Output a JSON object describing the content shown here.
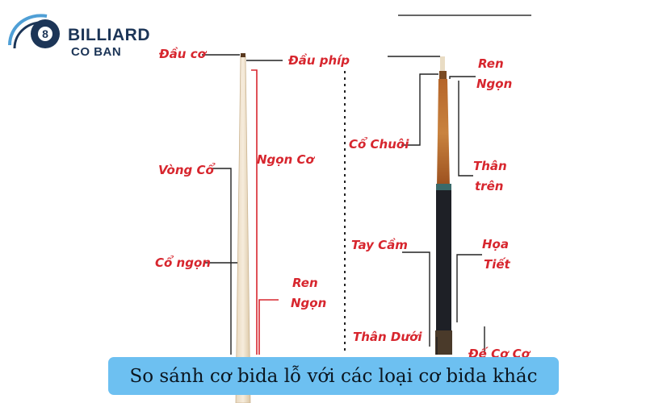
{
  "brand": {
    "title": "BILLIARD",
    "subtitle": "CO BAN",
    "ball_number": "8",
    "colors": {
      "navy": "#1c3557",
      "arc": "#4f9fd6"
    }
  },
  "labels": {
    "dau_co": "Đầu cơ",
    "dau_phip": "Đầu phíp",
    "ngon_co": "Ngọn Cơ",
    "vong_co": "Vòng Cổ",
    "co_ngon": "Cổ ngọn",
    "ren_ngon_left_1": "Ren",
    "ren_ngon_left_2": "Ngọn",
    "ren_ngon_right_1": "Ren",
    "ren_ngon_right_2": "Ngọn",
    "co_chuoi": "Cổ Chuôi",
    "than_tren_1": "Thân",
    "than_tren_2": "trên",
    "tay_cam": "Tay Cầm",
    "hoa_tiet_1": "Họa",
    "hoa_tiet_2": "Tiết",
    "than_duoi": "Thân Dưới",
    "partial": "Đế Cơ Cơ"
  },
  "caption": "So sánh cơ bida lỗ với các loại cơ bida khác",
  "colors": {
    "label_red": "#d7262e",
    "caption_bg": "#6dc0f1"
  }
}
